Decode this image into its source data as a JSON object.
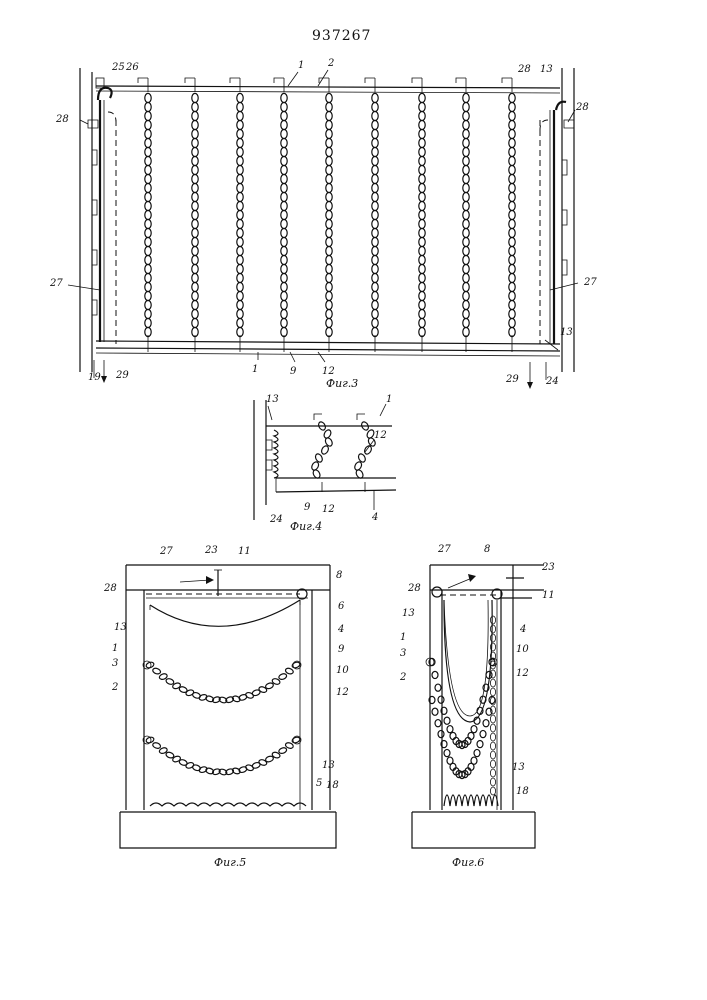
{
  "patent_number": "937267",
  "figures": [
    {
      "id": "fig3",
      "caption": "Фиг.3",
      "labels": [
        "1",
        "2",
        "25",
        "26",
        "28",
        "28",
        "13",
        "27",
        "27",
        "13",
        "19",
        "29",
        "1",
        "9",
        "12",
        "29",
        "24",
        "28"
      ]
    },
    {
      "id": "fig4",
      "caption": "Фиг.4",
      "labels": [
        "13",
        "1",
        "12",
        "9",
        "12",
        "4",
        "24"
      ]
    },
    {
      "id": "fig5",
      "caption": "Фиг.5",
      "labels": [
        "27",
        "23",
        "11",
        "28",
        "8",
        "6",
        "13",
        "4",
        "1",
        "9",
        "3",
        "10",
        "2",
        "12",
        "13",
        "5",
        "18"
      ]
    },
    {
      "id": "fig6",
      "caption": "Фиг.6",
      "labels": [
        "27",
        "8",
        "23",
        "28",
        "11",
        "13",
        "4",
        "1",
        "10",
        "3",
        "12",
        "2",
        "13",
        "18"
      ]
    }
  ]
}
